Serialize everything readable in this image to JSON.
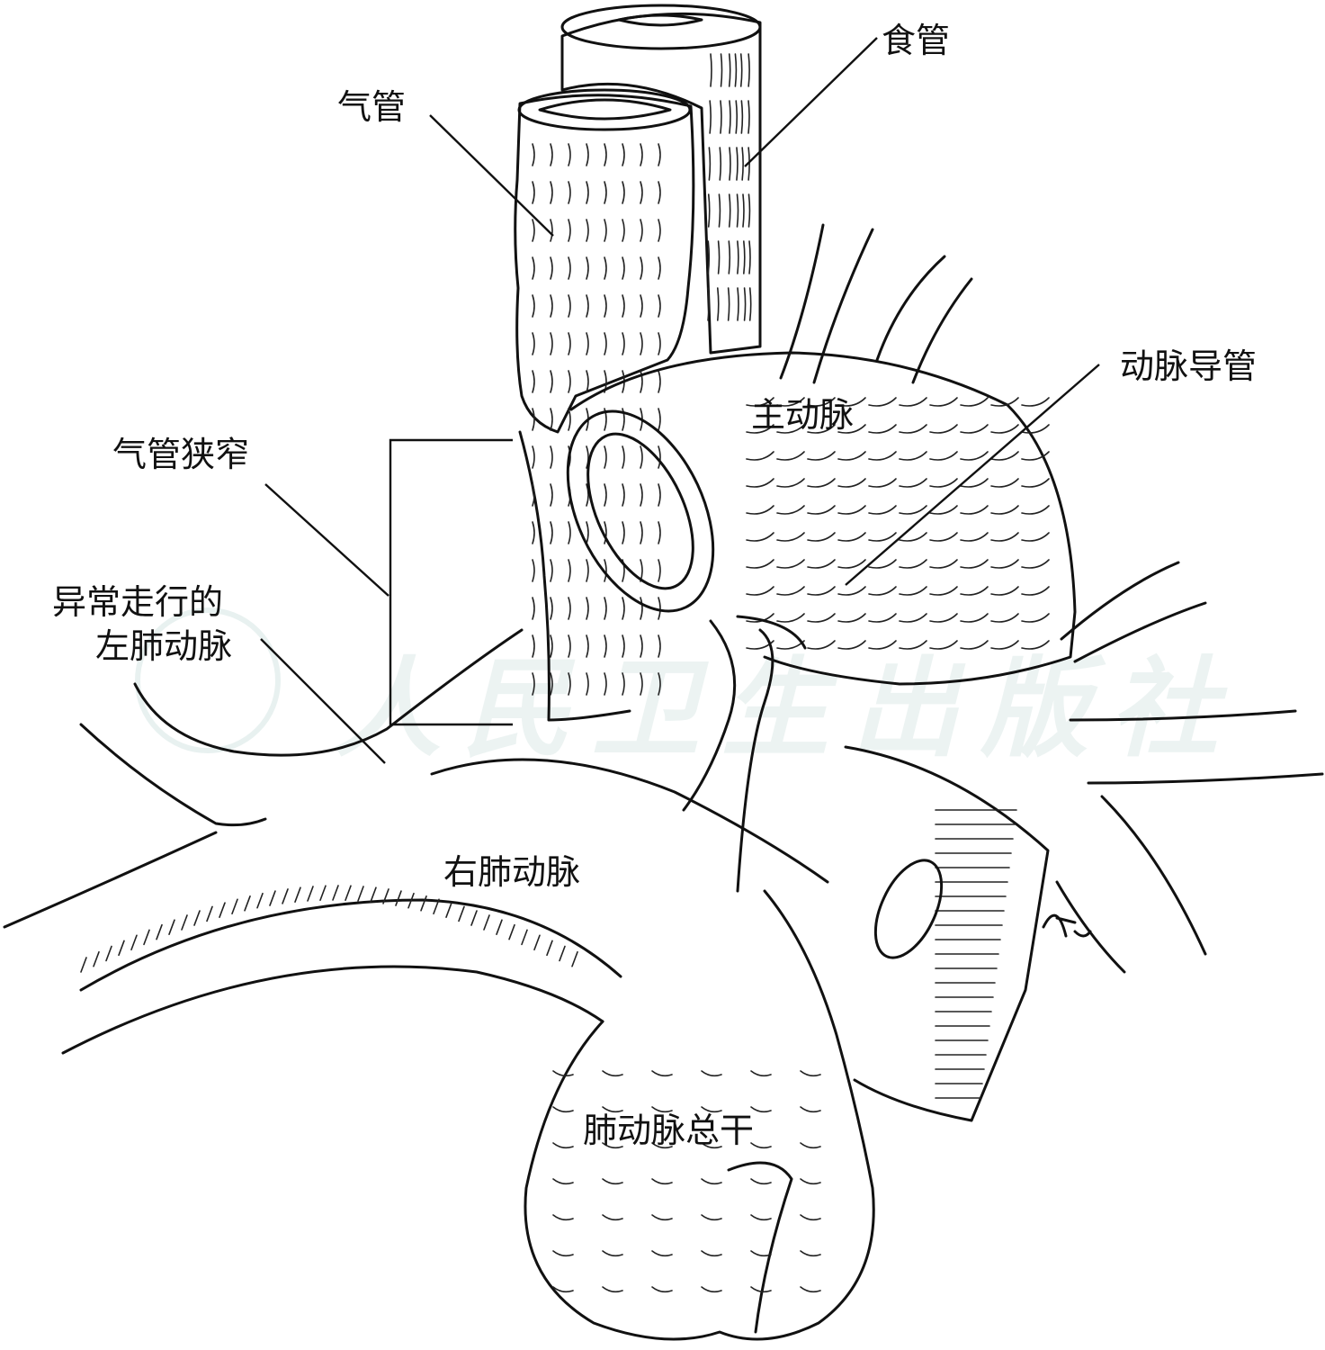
{
  "labels": {
    "esophagus": "食管",
    "trachea": "气管",
    "ductus_arteriosus": "动脉导管",
    "aorta": "主动脉",
    "tracheal_stenosis": "气管狭窄",
    "aberrant_lpa_line1": "异常走行的",
    "aberrant_lpa_line2": "左肺动脉",
    "right_pa": "右肺动脉",
    "main_pa_trunk": "肺动脉总干"
  },
  "watermark": {
    "text": "人民卫生出版社",
    "color": "#96beb9"
  },
  "colors": {
    "ink": "#111111",
    "background": "#ffffff"
  }
}
